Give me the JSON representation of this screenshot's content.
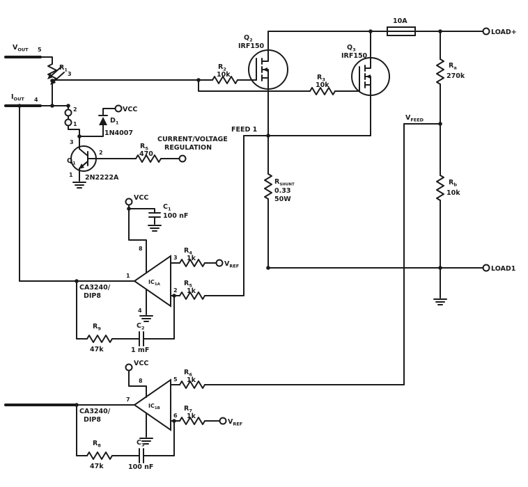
{
  "colors": {
    "ink": "#1a1a1a",
    "paper": "#ffffff"
  },
  "left": {
    "vout": {
      "base": "V",
      "sub": "OUT",
      "pin": "5"
    },
    "iout": {
      "base": "I",
      "sub": "OUT",
      "pin": "4"
    },
    "r1": {
      "ref": "R",
      "sub": "1",
      "pin": "3"
    },
    "connector": {
      "pin_top": "2",
      "pin_bottom": "1"
    },
    "vcc": "VCC",
    "d1": {
      "ref": "D",
      "sub": "1",
      "part": "1N4007"
    },
    "q1": {
      "ref": "Q",
      "sub": "1",
      "part": "2N2222A",
      "pin_collector": "3",
      "pin_base": "2",
      "pin_emitter": "1"
    },
    "r5": {
      "ref": "R",
      "sub": "5",
      "value": "470"
    },
    "reg_line1": "CURRENT/VOLTAGE",
    "reg_line2": "REGULATION"
  },
  "power": {
    "q2": {
      "ref": "Q",
      "sub": "2",
      "part": "IRF150"
    },
    "q3": {
      "ref": "Q",
      "sub": "3",
      "part": "IRF150"
    },
    "r2": {
      "ref": "R",
      "sub": "2",
      "value": "10k"
    },
    "r3": {
      "ref": "R",
      "sub": "3",
      "value": "10k"
    },
    "fuse": "10A",
    "load_plus": "LOAD+",
    "load_1": "LOAD1",
    "ra": {
      "ref": "R",
      "sub": "a",
      "value": "270k"
    },
    "rb": {
      "ref": "R",
      "sub": "b",
      "value": "10k"
    },
    "rshunt": {
      "ref": "R",
      "sub": "SHUNT",
      "value": "0.33",
      "rating": "50W"
    },
    "vfeed": {
      "base": "V",
      "sub": "FEED"
    },
    "feed": "FEED 1"
  },
  "ampA": {
    "vcc": "VCC",
    "c1": {
      "ref": "C",
      "sub": "1",
      "value": "100 nF"
    },
    "name": {
      "base": "IC",
      "sub": "1A"
    },
    "part_line1": "CA3240/",
    "part_line2": "DIP8",
    "pin_out": "1",
    "pin_vcc": "8",
    "pin_inp": "3",
    "pin_inm": "2",
    "pin_gnd": "4",
    "r4": {
      "ref": "R",
      "sub": "4",
      "value": "1k"
    },
    "r5": {
      "ref": "R",
      "sub": "5",
      "value": "1k"
    },
    "r9": {
      "ref": "R",
      "sub": "9",
      "value": "47k"
    },
    "c2": {
      "ref": "C",
      "sub": "2",
      "value": "1 mF"
    },
    "vref": {
      "base": "V",
      "sub": "REF"
    }
  },
  "ampB": {
    "vcc": "VCC",
    "name": {
      "base": "IC",
      "sub": "1B"
    },
    "part_line1": "CA3240/",
    "part_line2": "DIP8",
    "pin_out": "7",
    "pin_vcc": "8",
    "pin_inp": "5",
    "pin_inm": "6",
    "r6": {
      "ref": "R",
      "sub": "6",
      "value": "1k"
    },
    "r7": {
      "ref": "R",
      "sub": "7",
      "value": "1k"
    },
    "r8": {
      "ref": "R",
      "sub": "8",
      "value": "47k"
    },
    "c3": {
      "ref": "C",
      "sub": "3",
      "value": "100 nF"
    },
    "vref": {
      "base": "V",
      "sub": "REF"
    }
  }
}
